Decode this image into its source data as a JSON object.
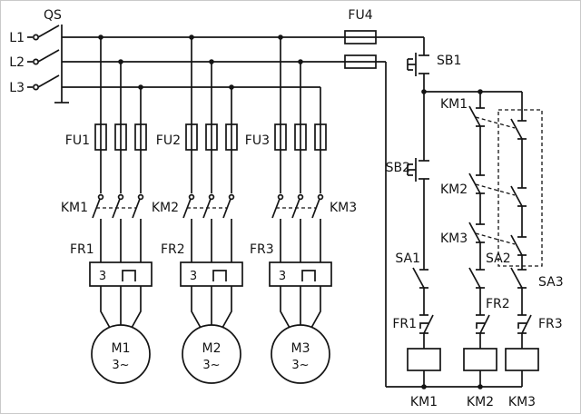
{
  "power": {
    "qs_label": "QS",
    "phases": [
      "L1",
      "L2",
      "L3"
    ],
    "fuses": [
      "FU1",
      "FU2",
      "FU3"
    ],
    "contactors": [
      "KM1",
      "KM2",
      "KM3"
    ],
    "relays": [
      "FR1",
      "FR2",
      "FR3"
    ],
    "relay_inner": "3",
    "motors": [
      {
        "name": "M1",
        "phase": "3~"
      },
      {
        "name": "M2",
        "phase": "3~"
      },
      {
        "name": "M3",
        "phase": "3~"
      }
    ]
  },
  "control": {
    "fuse": "FU4",
    "stop": "SB1",
    "start": "SB2",
    "aux": [
      "KM1",
      "KM2",
      "KM3"
    ],
    "selectors": [
      "SA1",
      "SA2",
      "SA3"
    ],
    "overloads": [
      "FR1",
      "FR2",
      "FR3"
    ],
    "coils": [
      "KM1",
      "KM2",
      "KM3"
    ]
  },
  "colors": {
    "line": "#141414",
    "background": "#ffffff"
  }
}
